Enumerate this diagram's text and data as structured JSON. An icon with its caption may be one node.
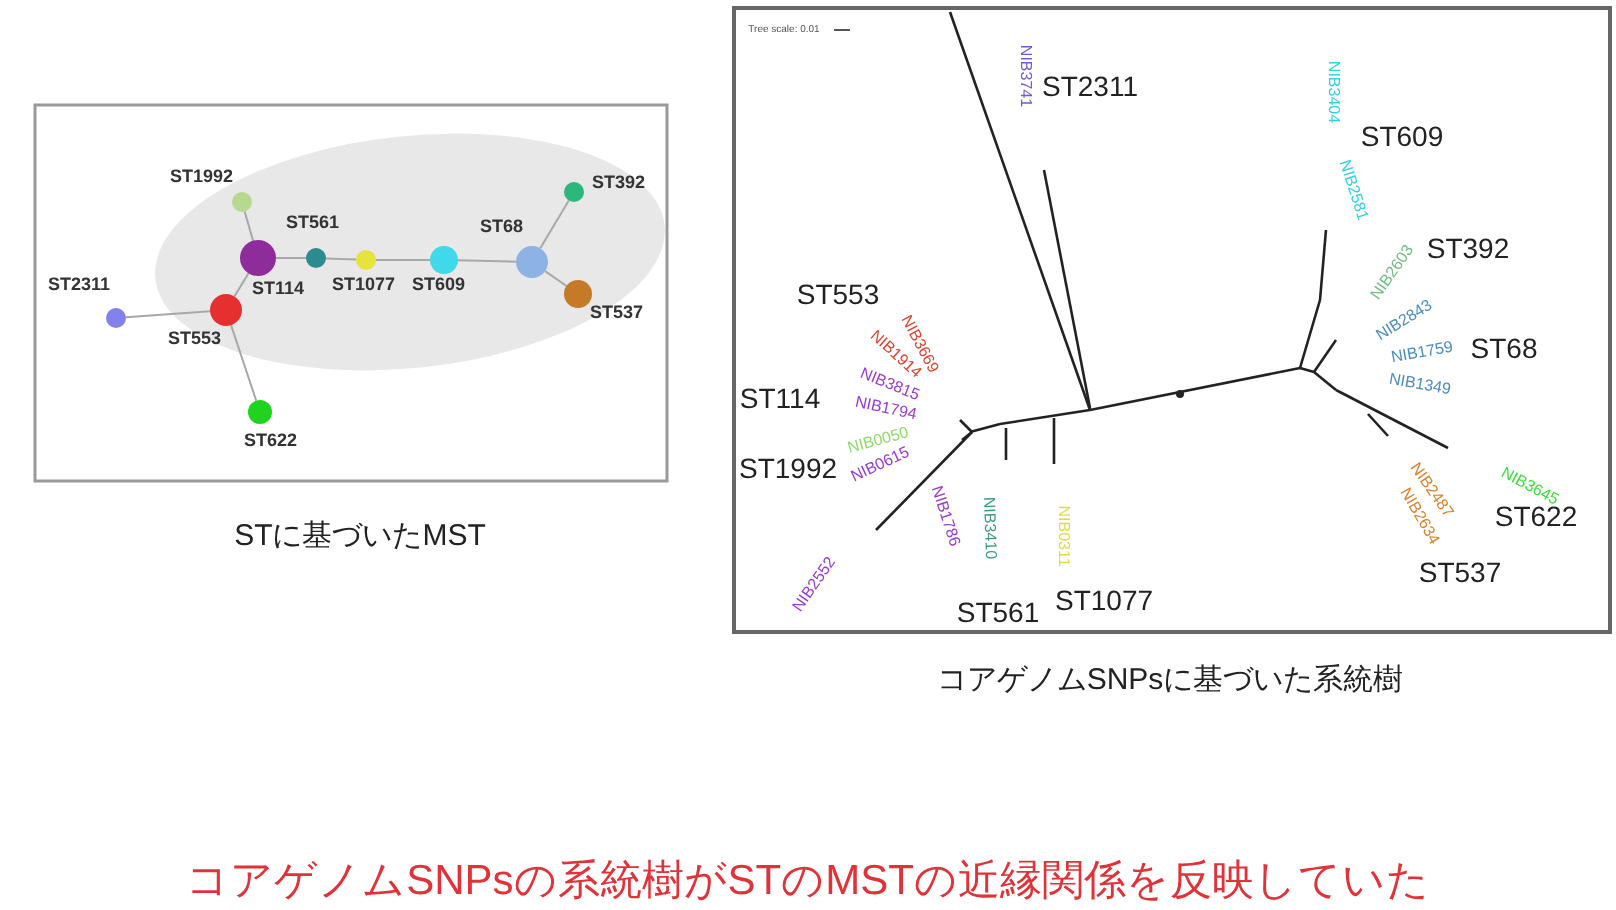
{
  "diagram": {
    "caption": "コアゲノムSNPsの系統樹がSTのMSTの近縁関係を反映していた",
    "nodes": [
      {
        "text": [],
        "shape": "circle",
        "beside": [
          "ST1992"
        ]
      },
      {
        "text": [],
        "shape": "circle",
        "beside": [
          "ST561"
        ]
      },
      {
        "text": [],
        "shape": "circle",
        "beside": [
          "ST114"
        ]
      },
      {
        "text": [],
        "shape": "circle",
        "beside": [
          "ST1077"
        ]
      },
      {
        "text": [],
        "shape": "circle",
        "beside": [
          "ST609"
        ]
      },
      {
        "text": [],
        "shape": "circle",
        "beside": [
          "ST68"
        ]
      },
      {
        "text": [],
        "shape": "circle",
        "beside": [
          "ST392"
        ]
      },
      {
        "text": [],
        "shape": "circle",
        "beside": [
          "ST537"
        ]
      },
      {
        "text": [],
        "shape": "circle",
        "beside": [
          "ST2311"
        ]
      },
      {
        "text": [],
        "shape": "circle",
        "beside": [
          "ST553"
        ]
      },
      {
        "text": [],
        "shape": "circle",
        "beside": [
          "ST622"
        ]
      }
    ],
    "edges": [
      {
        "from": 2,
        "to": 0,
        "arrow": "none"
      },
      {
        "from": 2,
        "to": 1,
        "arrow": "none"
      },
      {
        "from": 1,
        "to": 3,
        "arrow": "none"
      },
      {
        "from": 3,
        "to": 4,
        "arrow": "none"
      },
      {
        "from": 4,
        "to": 5,
        "arrow": "none"
      },
      {
        "from": 5,
        "to": 6,
        "arrow": "none"
      },
      {
        "from": 5,
        "to": 7,
        "arrow": "none"
      },
      {
        "from": 2,
        "to": 9,
        "arrow": "none"
      },
      {
        "from": 9,
        "to": 8,
        "arrow": "none"
      },
      {
        "from": 9,
        "to": 10,
        "arrow": "none"
      }
    ],
    "labels": [
      "Tree scale: 0.01",
      "NIB3741",
      "ST2311",
      "NIB3404",
      "ST609",
      "NIB2581",
      "ST392",
      "NIB2603",
      "ST553",
      "NIB2843",
      "ST68",
      "NIB1759",
      "NIB3669",
      "NIB1914",
      "ST114",
      "NIB3815",
      "NIB1349",
      "NIB1794",
      "NIB0050",
      "ST1992",
      "NIB0615",
      "NIB3645",
      "NIB2487",
      "ST622",
      "NIB2634",
      "NIB1786",
      "NIB3410",
      "NIB0311",
      "NIB2552",
      "ST537",
      "ST1077",
      "ST561",
      "STに基づいたMST",
      "コアゲノムSNPsに基づいた系統樹"
    ]
  }
}
